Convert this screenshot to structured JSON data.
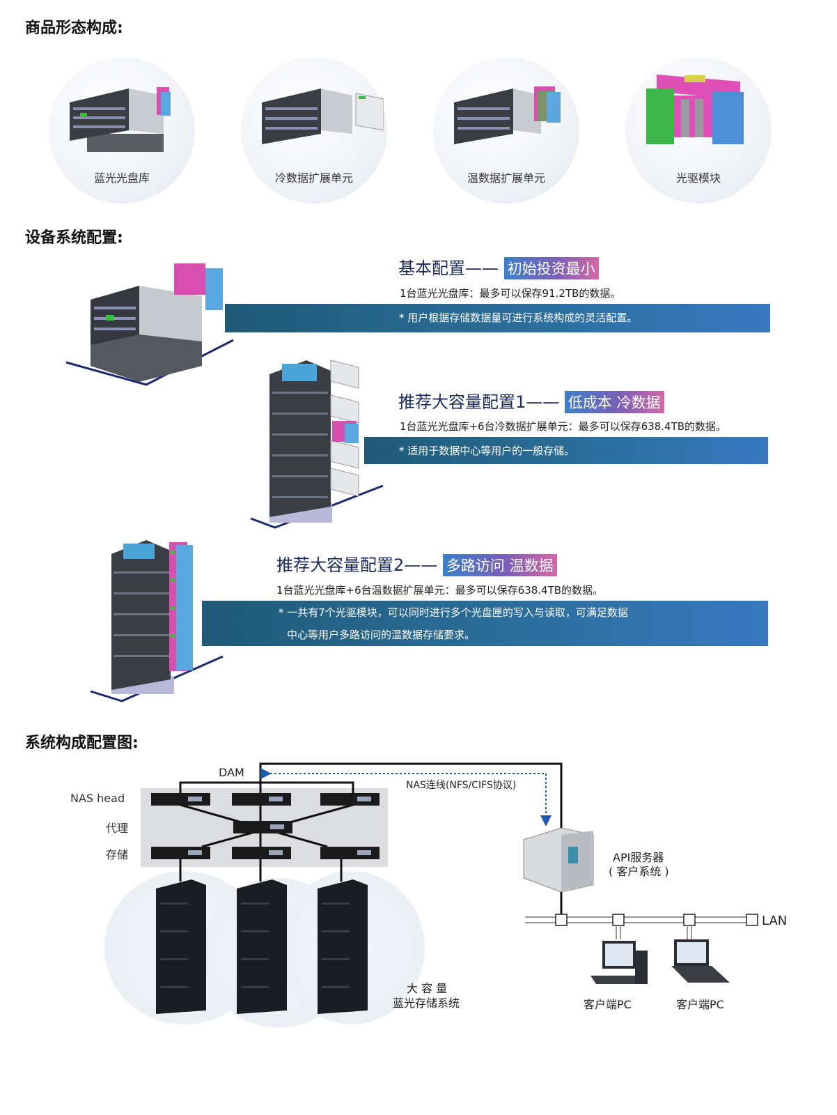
{
  "sections": {
    "products_title": "商品形态构成:",
    "config_title": "设备系统配置:",
    "diagram_title": "系统构成配置图:"
  },
  "products": [
    {
      "label": "蓝光光盘库",
      "icon": "disc-library-icon"
    },
    {
      "label": "冷数据扩展单元",
      "icon": "cold-expansion-unit-icon"
    },
    {
      "label": "温数据扩展单元",
      "icon": "warm-expansion-unit-icon"
    },
    {
      "label": "光驱模块",
      "icon": "drive-module-icon"
    }
  ],
  "configs": [
    {
      "heading": "基本配置",
      "dash": "——",
      "tag": "初始投资最小",
      "desc": "1台蓝光光盘库：最多可以保存91.2TB的数据。",
      "note_lines": [
        "* 用户根据存储数据量可进行系统构成的灵活配置。"
      ]
    },
    {
      "heading": "推荐大容量配置1",
      "dash": "——",
      "tag": "低成本 冷数据",
      "desc": "1台蓝光光盘库+6台冷数据扩展单元：最多可以保存638.4TB的数据。",
      "note_lines": [
        "* 适用于数据中心等用户的一般存储。"
      ]
    },
    {
      "heading": "推荐大容量配置2",
      "dash": "——",
      "tag": "多路访问 温数据",
      "desc": "1台蓝光光盘库+6台温数据扩展单元：最多可以保存638.4TB的数据。",
      "note_lines": [
        "* 一共有7个光驱模块，可以同时进行多个光盘匣的写入与读取，可满足数据",
        "中心等用户多路访问的温数据存储要求。"
      ]
    }
  ],
  "diagram": {
    "dam": "DAM",
    "nas_head": "NAS head",
    "proxy": "代理",
    "storage": "存储",
    "nas_link": "NAS连线(NFS/CIFS协议)",
    "api_server_line1": "API服务器",
    "api_server_line2": "( 客户系统 )",
    "lan": "LAN",
    "client_pc_1": "客户端PC",
    "client_pc_2": "客户端PC",
    "storage_system_line1": "大 容 量",
    "storage_system_line2": "蓝光存储系统"
  }
}
